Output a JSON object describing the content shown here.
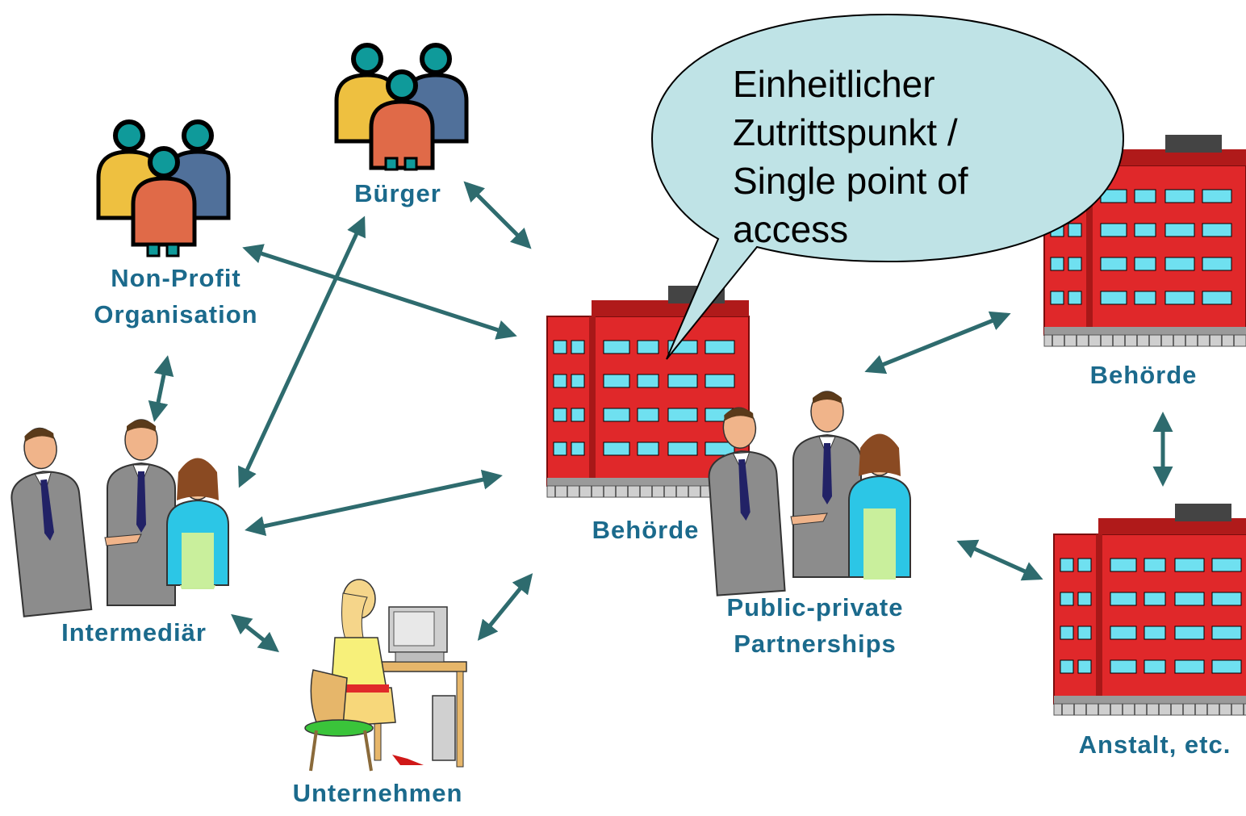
{
  "colors": {
    "label": "#1b6a8c",
    "arrow": "#2e6b6e",
    "bubble_fill": "#bfe3e6",
    "building_red": "#e0282a",
    "building_window": "#6fe0f0"
  },
  "bubble": {
    "line1": "Einheitlicher",
    "line2": "Zutrittspunkt /",
    "line3": "Single point of",
    "line4": "access"
  },
  "actors": {
    "buerger": "Bürger",
    "npo_line1": "Non-Profit",
    "npo_line2": "Organisation",
    "behoerde_center": "Behörde",
    "behoerde_right": "Behörde",
    "intermediaer": "Intermediär",
    "unternehmen": "Unternehmen",
    "ppp_line1": "Public-private",
    "ppp_line2": "Partnerships",
    "anstalt": "Anstalt, etc."
  },
  "icons": {
    "people_group": "people-group-icon",
    "building": "office-building-icon",
    "business_people": "business-people-handshake-icon",
    "office_worker": "office-worker-computer-icon"
  }
}
